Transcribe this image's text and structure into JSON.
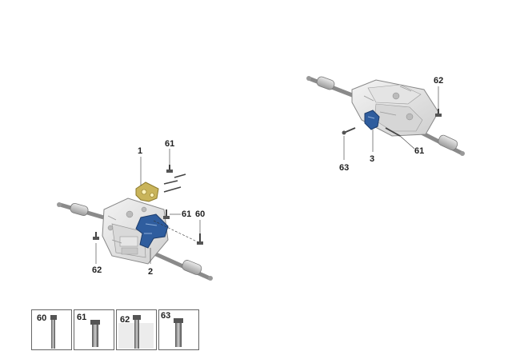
{
  "callouts": {
    "left": {
      "c1": "1",
      "c61_top": "61",
      "c61_mid": "61",
      "c60": "60",
      "c62": "62",
      "c2": "2"
    },
    "right": {
      "c62": "62",
      "c61": "61",
      "c63": "63",
      "c3": "3"
    }
  },
  "legend": [
    {
      "number": "60"
    },
    {
      "number": "61"
    },
    {
      "number": "62"
    },
    {
      "number": "63"
    }
  ],
  "colors": {
    "bracket_blue": "#2f5d9e",
    "bracket_yellow": "#c9b45a",
    "line": "#333333"
  }
}
